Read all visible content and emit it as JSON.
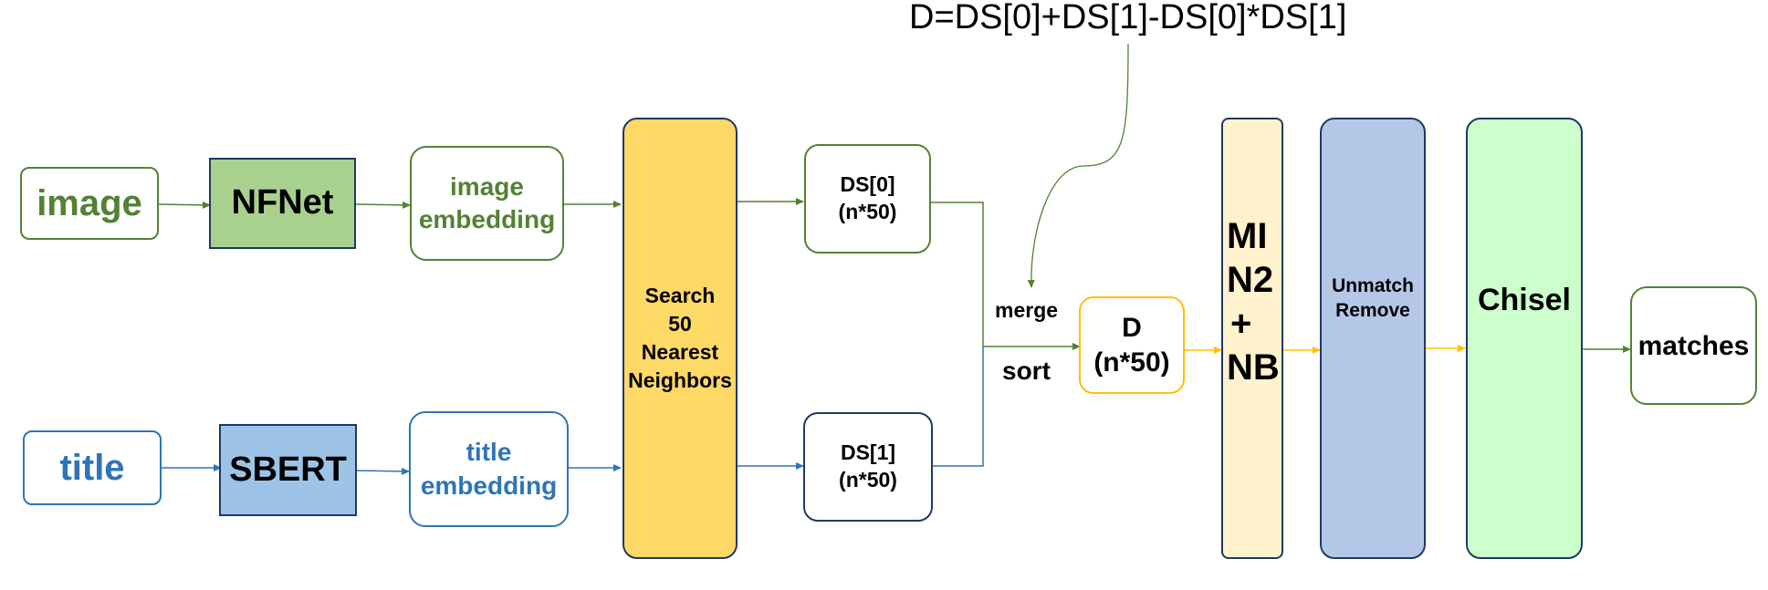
{
  "formula": "D=DS[0]+DS[1]-DS[0]*DS[1]",
  "nodes": {
    "image_input": "image",
    "nfnet": "NFNet",
    "image_embedding": [
      "image",
      "embedding"
    ],
    "title_input": "title",
    "sbert": "SBERT",
    "title_embedding": [
      "title",
      "embedding"
    ],
    "search": [
      "Search",
      "50",
      "Nearest",
      "Neighbors"
    ],
    "ds0": [
      "DS[0]",
      "(n*50)"
    ],
    "ds1": [
      "DS[1]",
      "(n*50)"
    ],
    "merge_label": "merge",
    "sort_label": "sort",
    "d": [
      "D",
      "(n*50)"
    ],
    "min2nb": [
      "MI",
      "N2",
      "+",
      "NB"
    ],
    "unmatch": [
      "Unmatch",
      "Remove"
    ],
    "chisel": "Chisel",
    "matches": "matches"
  },
  "colors": {
    "green": "#538135",
    "blue": "#2E75B6",
    "navy": "#1F3864",
    "orange": "#FFC000",
    "nfnet_fill": "#A9D18E",
    "sbert_fill": "#9DC3E6",
    "search_fill": "#FFD966",
    "min2nb_fill": "#FFF2CC",
    "unmatch_fill": "#B4C7E7",
    "chisel_fill": "#CCFFCC"
  }
}
